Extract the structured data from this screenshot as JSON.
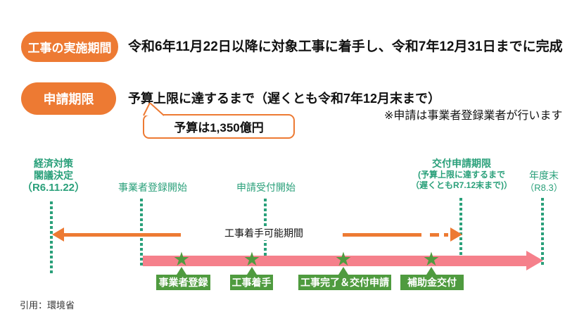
{
  "colors": {
    "accent_orange": "#ed7a33",
    "teal_green": "#2aa07a",
    "event_green": "#4f9b3f",
    "process_pink": "#f5808b"
  },
  "header": {
    "construction_period": {
      "badge": "工事の実施期間",
      "text": "令和6年11月22日以降に対象工事に着手し、令和7年12月31日までに完成"
    },
    "application_deadline": {
      "badge": "申請期限",
      "text": "予算上限に達するまで（遅くとも令和7年12月末まで）",
      "budget_bubble": "予算は1,350億円",
      "note": "※申請は事業者登録業者が行います"
    }
  },
  "timeline": {
    "milestones": [
      {
        "id": "cabinet-decision",
        "lines": [
          "経済対策",
          "閣議決定",
          "（R6.11.22）"
        ]
      },
      {
        "id": "registration-start",
        "lines": [
          "事業者登録開始"
        ]
      },
      {
        "id": "application-start",
        "lines": [
          "申請受付開始"
        ]
      },
      {
        "id": "grant-application-deadline",
        "lines": [
          "交付申請期限",
          "(予算上限に達するまで",
          "（遅くともR7.12末まで)）"
        ]
      },
      {
        "id": "fiscal-year-end",
        "lines": [
          "年度末",
          "（R8.3）"
        ]
      }
    ],
    "construction_window_label": "工事着手可能期間",
    "star_glyph": "★",
    "events": [
      {
        "label": "事業者登録"
      },
      {
        "label": "工事着手"
      },
      {
        "label": "工事完了＆交付申請"
      },
      {
        "label": "補助金交付"
      }
    ]
  },
  "footer": {
    "citation": "引用：環境省"
  }
}
